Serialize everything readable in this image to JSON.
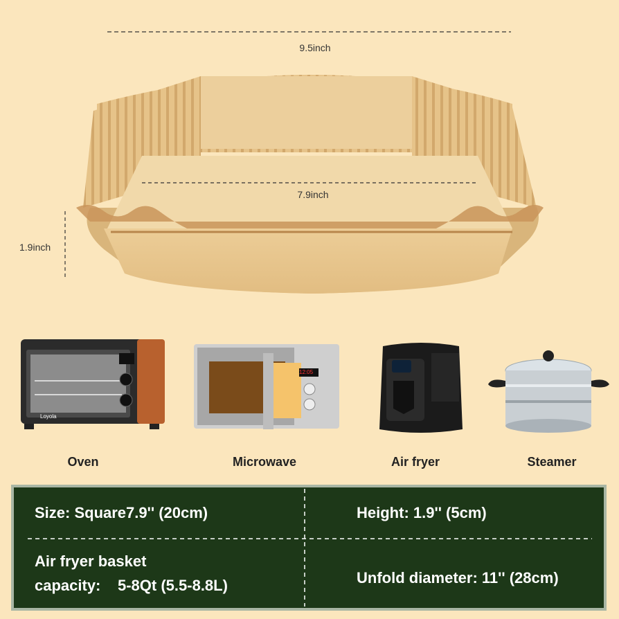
{
  "dimensions": {
    "top_width": "9.5inch",
    "bottom_width": "7.9inch",
    "height": "1.9inch"
  },
  "appliances": [
    {
      "label": "Oven",
      "icon": "oven-icon"
    },
    {
      "label": "Microwave",
      "icon": "microwave-icon"
    },
    {
      "label": "Air fryer",
      "icon": "air-fryer-icon"
    },
    {
      "label": "Steamer",
      "icon": "steamer-icon"
    }
  ],
  "oven_brand": "Loyola",
  "microwave_display": "12:05",
  "specs": {
    "size": "Size: Square7.9'' (20cm)",
    "height": "Height: 1.9'' (5cm)",
    "capacity_line1": "Air fryer basket",
    "capacity_label": "capacity:",
    "capacity_value": "5-8Qt (5.5-8.8L)",
    "unfold": "Unfold diameter: 11'' (28cm)"
  },
  "colors": {
    "background": "#fbe6bd",
    "paper": "#e9c88f",
    "panel": "#1d3818",
    "panel_border": "#a9b6a4"
  }
}
